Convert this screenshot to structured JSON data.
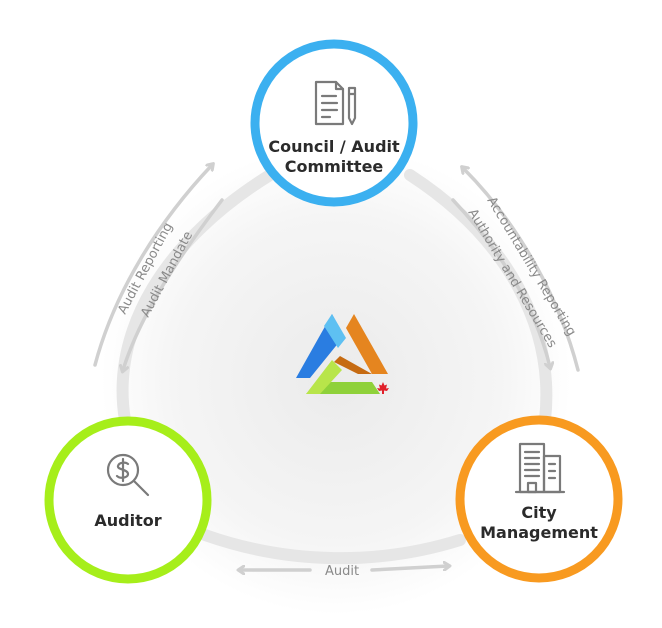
{
  "nodes": {
    "council": {
      "line1": "Council / Audit",
      "line2": "Committee",
      "color": "#3bb0f0",
      "icon": "document-pen-icon"
    },
    "auditor": {
      "line1": "Auditor",
      "color": "#a6ee1a",
      "icon": "magnifier-dollar-icon"
    },
    "management": {
      "line1": "City",
      "line2": "Management",
      "color": "#f89a20",
      "icon": "building-icon"
    }
  },
  "flows": {
    "audit_reporting": "Audit Reporting",
    "audit_mandate": "Audit Mandate",
    "accountability_reporting": "Accountability Reporting",
    "authority_resources": "Authority and Resources",
    "audit": "Audit"
  },
  "colors": {
    "ring": "#e6e6e6",
    "arrow": "#d0d0d0",
    "logo_blue": "#2a7de1",
    "logo_orange": "#e5851f",
    "logo_green": "#8fd13a",
    "logo_maple": "#e0202a"
  },
  "logo": {
    "icon": "triangle-logo-icon",
    "badge": "maple-leaf-icon"
  }
}
